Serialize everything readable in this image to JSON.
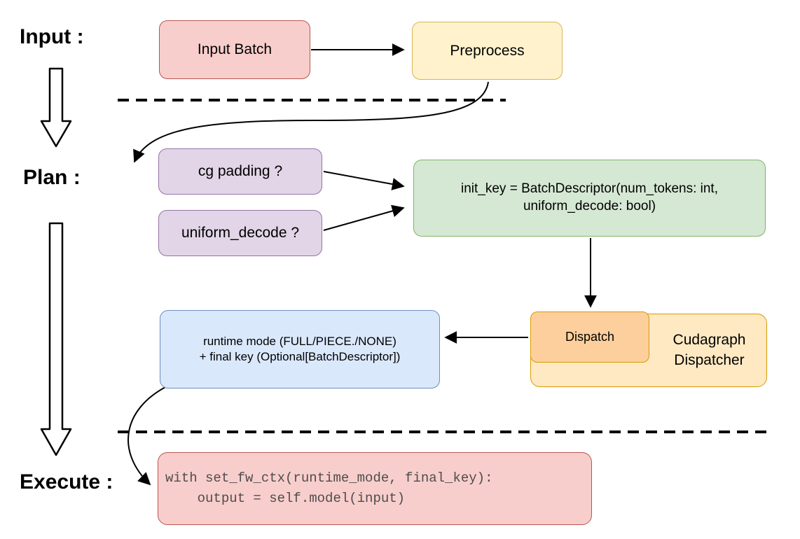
{
  "sections": {
    "input_label": "Input :",
    "plan_label": "Plan :",
    "execute_label": "Execute :"
  },
  "nodes": {
    "input_batch": "Input Batch",
    "preprocess": "Preprocess",
    "cg_padding": "cg padding ?",
    "uniform_decode": "uniform_decode ?",
    "init_key_line1": "init_key = BatchDescriptor(num_tokens: int,",
    "init_key_line2": "uniform_decode: bool)",
    "dispatch": "Dispatch",
    "cudagraph_dispatcher": "Cudagraph Dispatcher",
    "runtime_line1": "runtime mode (FULL/PIECE./NONE)",
    "runtime_line2": "+ final key (Optional[BatchDescriptor])",
    "code_line1": "with set_fw_ctx(runtime_mode, final_key):",
    "code_line2": "    output = self.model(input)"
  },
  "colors": {
    "red_fill": "#f8cecc",
    "red_stroke": "#b85450",
    "yellow_fill": "#fff2cc",
    "yellow_stroke": "#d6b656",
    "purple_fill": "#e1d5e7",
    "purple_stroke": "#9673a6",
    "green_fill": "#d5e8d4",
    "green_stroke": "#82b366",
    "blue_fill": "#dae8fc",
    "blue_stroke": "#6c8ebf",
    "orange_light_fill": "#ffe9c3",
    "orange_dark_fill": "#fdcf9c",
    "orange_stroke": "#d79b00",
    "arrow_color": "#000000",
    "code_text": "#4d4d4d"
  }
}
